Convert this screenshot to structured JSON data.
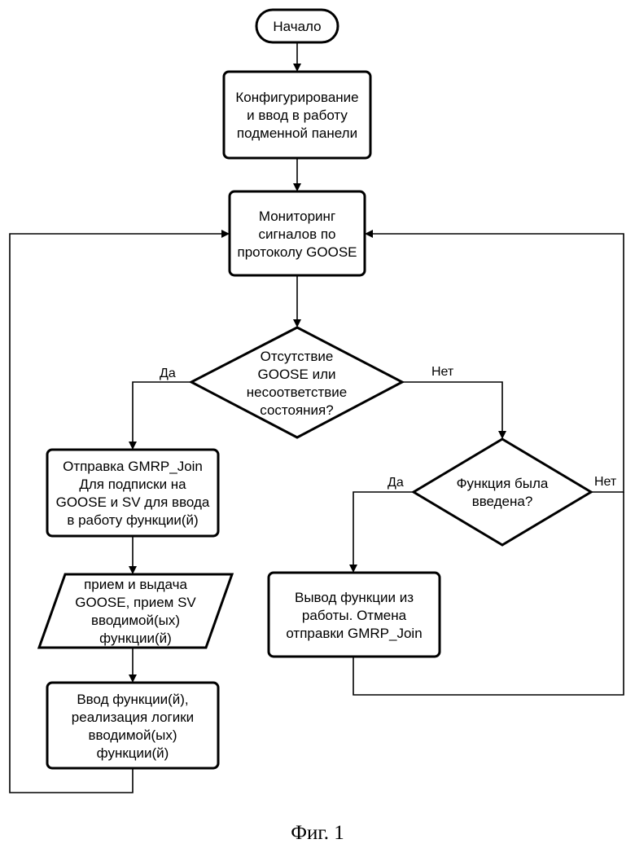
{
  "nodes": {
    "start": {
      "lines": [
        "Начало"
      ]
    },
    "config": {
      "lines": [
        "Конфигурирование",
        "и ввод в работу",
        "подменной панели"
      ]
    },
    "monitoring": {
      "lines": [
        "Мониторинг",
        "сигналов по",
        "протоколу GOOSE"
      ]
    },
    "decision_goose": {
      "lines": [
        "Отсутствие",
        "GOOSE или",
        "несоответствие",
        "состояния?"
      ]
    },
    "send_join": {
      "lines": [
        "Отправка GMRP_Join",
        "Для подписки на",
        "GOOSE и SV для ввода",
        "в работу функции(й)"
      ]
    },
    "io": {
      "lines": [
        "прием и выдача",
        "GOOSE, прием SV",
        "вводимой(ых)",
        "функции(й)"
      ]
    },
    "enable": {
      "lines": [
        "Ввод функции(й),",
        "реализация логики",
        "вводимой(ых)",
        "функции(й)"
      ]
    },
    "decision_enabled": {
      "lines": [
        "Функция была",
        "введена?"
      ]
    },
    "disable": {
      "lines": [
        "Вывод функции из",
        "работы. Отмена",
        "отправки GMRP_Join"
      ]
    }
  },
  "edges": {
    "goose_yes": "Да",
    "goose_no": "Нет",
    "enabled_yes": "Да",
    "enabled_no": "Нет"
  },
  "caption": "Фиг. 1"
}
